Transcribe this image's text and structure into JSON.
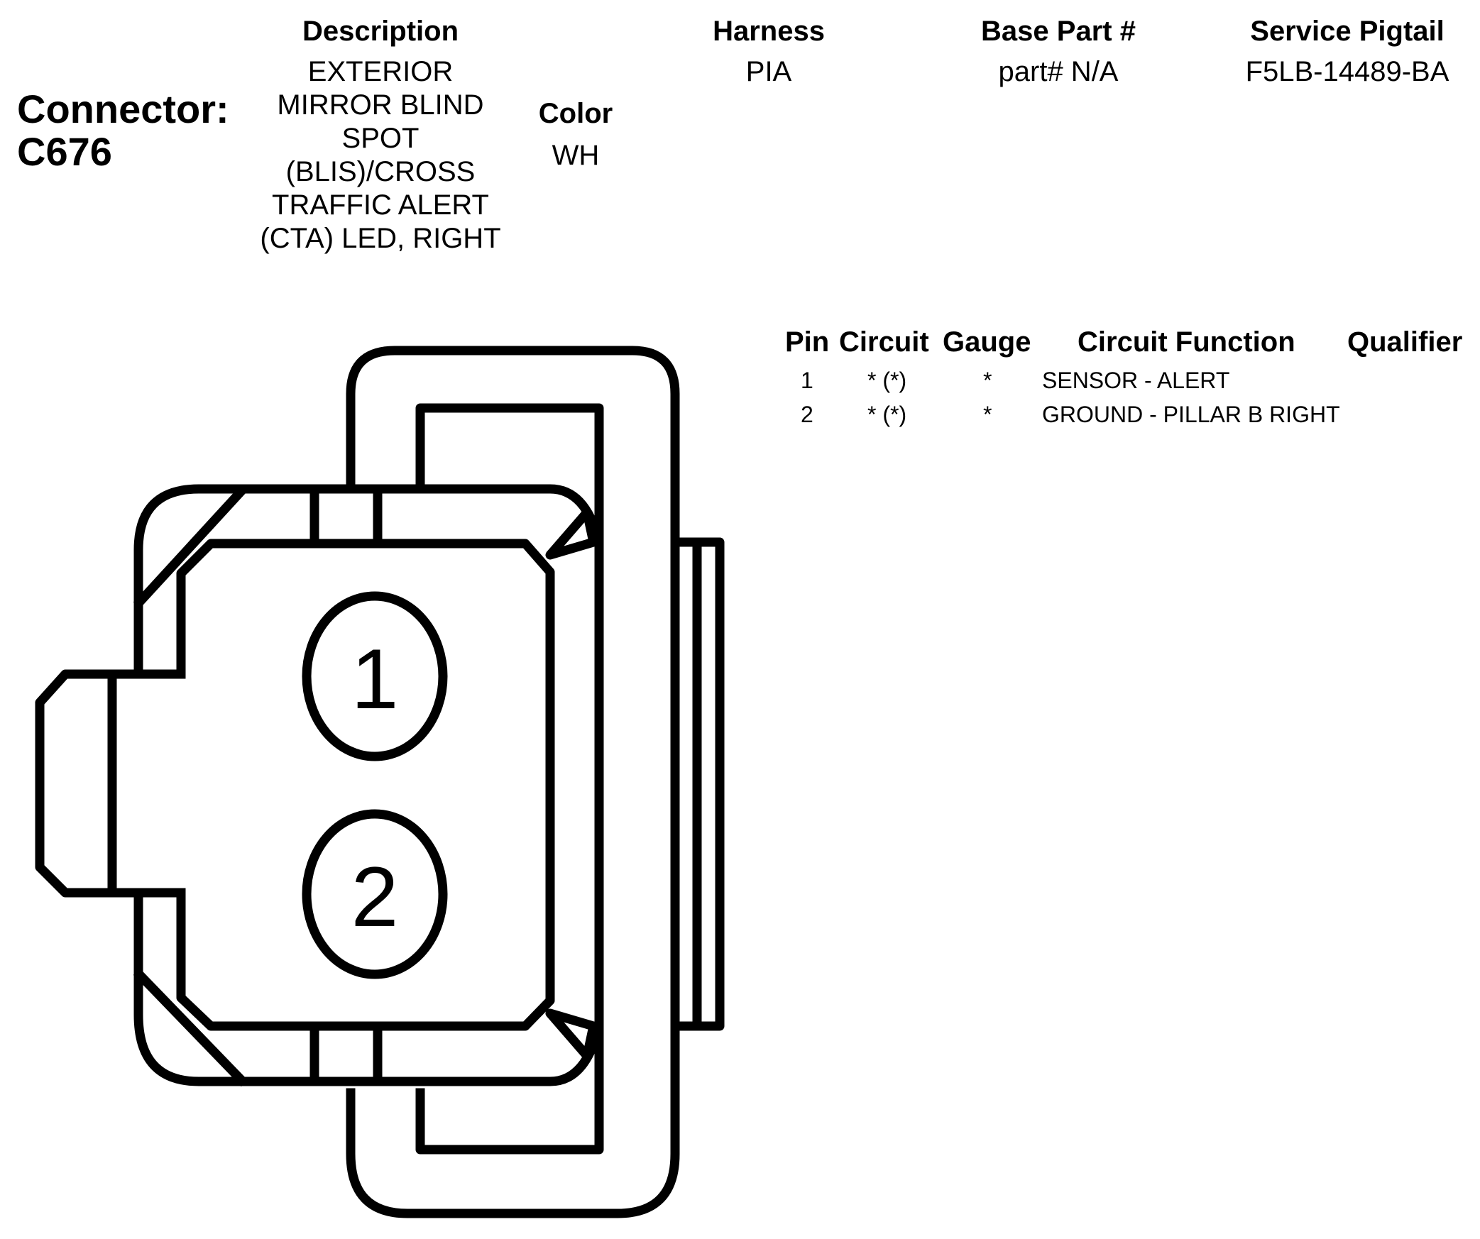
{
  "connector": {
    "label": "Connector:",
    "id": "C676"
  },
  "headers": {
    "description": "Description",
    "color": "Color",
    "harness": "Harness",
    "base_part": "Base Part #",
    "service_pigtail": "Service Pigtail"
  },
  "values": {
    "description_lines": [
      "EXTERIOR",
      "MIRROR BLIND",
      "SPOT",
      "(BLIS)/CROSS",
      "TRAFFIC ALERT",
      "(CTA) LED, RIGHT"
    ],
    "color": "WH",
    "harness": "PIA",
    "base_part": "part# N/A",
    "service_pigtail": "F5LB-14489-BA"
  },
  "pin_table": {
    "columns": {
      "pin": "Pin",
      "circuit": "Circuit",
      "gauge": "Gauge",
      "function": "Circuit Function",
      "qualifier": "Qualifier"
    },
    "rows": [
      {
        "pin": "1",
        "circuit": "* (*)",
        "gauge": "*",
        "function": "SENSOR - ALERT",
        "qualifier": ""
      },
      {
        "pin": "2",
        "circuit": "* (*)",
        "gauge": "*",
        "function": "GROUND - PILLAR B RIGHT",
        "qualifier": ""
      }
    ]
  },
  "diagram": {
    "pin_labels": [
      "1",
      "2"
    ],
    "stroke_color": "#000000"
  }
}
